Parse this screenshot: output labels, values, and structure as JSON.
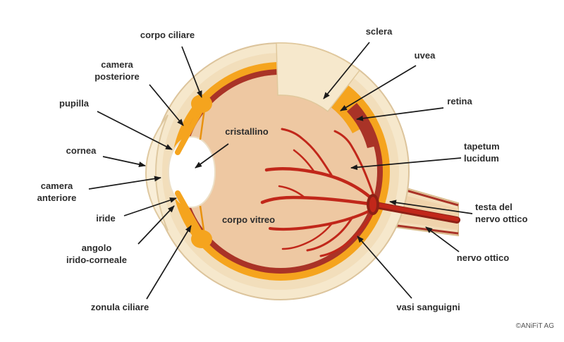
{
  "diagram": {
    "subject": "eye-anatomy-cross-section",
    "language": "it",
    "labels": [
      {
        "id": "corpo-ciliare",
        "text": "corpo ciliare"
      },
      {
        "id": "camera-posteriore",
        "text": "camera\nposteriore"
      },
      {
        "id": "pupilla",
        "text": "pupilla"
      },
      {
        "id": "cornea",
        "text": "cornea"
      },
      {
        "id": "camera-anteriore",
        "text": "camera\nanteriore"
      },
      {
        "id": "iride",
        "text": "iride"
      },
      {
        "id": "angolo-irido-corneale",
        "text": "angolo\nirido-corneale"
      },
      {
        "id": "zonula-ciliare",
        "text": "zonula ciliare"
      },
      {
        "id": "cristallino",
        "text": "cristallino"
      },
      {
        "id": "corpo-vitreo",
        "text": "corpo vitreo"
      },
      {
        "id": "sclera",
        "text": "sclera"
      },
      {
        "id": "uvea",
        "text": "uvea"
      },
      {
        "id": "retina",
        "text": "retina"
      },
      {
        "id": "tapetum-lucidum",
        "text": "tapetum\nlucidum"
      },
      {
        "id": "testa-del-nervo-ottico",
        "text": "testa del\nnervo ottico"
      },
      {
        "id": "nervo-ottico",
        "text": "nervo ottico"
      },
      {
        "id": "vasi-sanguigni",
        "text": "vasi sanguigni"
      }
    ],
    "copyright": "©ANiFiT AG",
    "colors": {
      "sclera_cream": "#f6e8cc",
      "inner_cream": "#f2debb",
      "uvea_orange": "#f5a41e",
      "retina_dark_red": "#a93327",
      "vitreous_tan": "#eec8a2",
      "vessel_red": "#c1271a",
      "vessel_dark_red": "#8e2015",
      "lens_white": "#ffffff",
      "label_text": "#2d2d2d",
      "arrow_black": "#1a1a1a"
    }
  }
}
